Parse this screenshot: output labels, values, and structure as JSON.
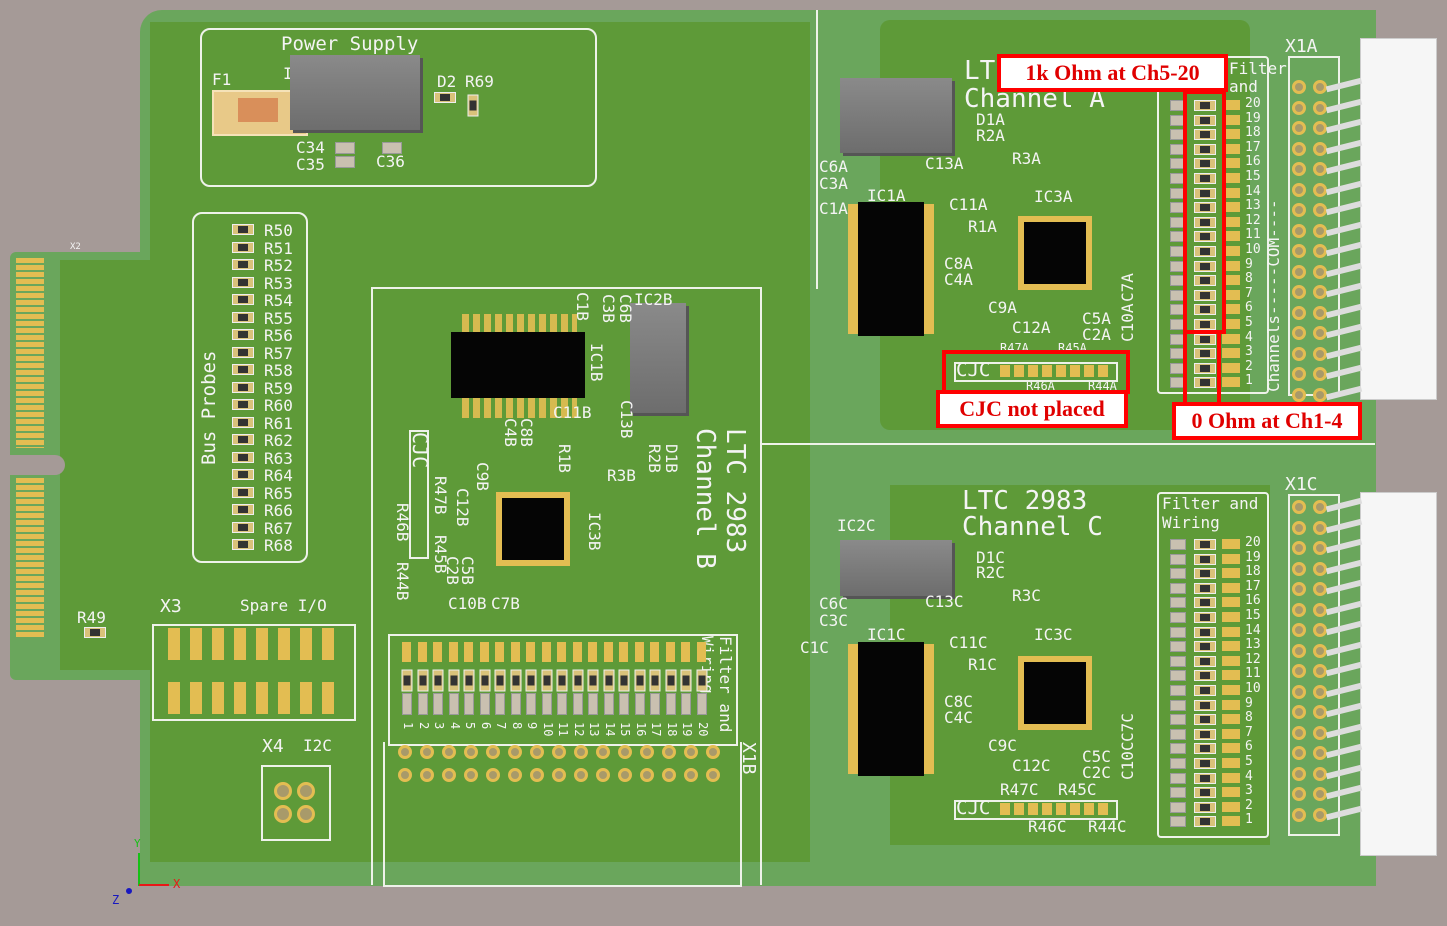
{
  "power_supply": {
    "title": "Power Supply",
    "labels": [
      "F1",
      "I",
      "D2",
      "R69",
      "C34",
      "C35",
      "C36"
    ]
  },
  "bus_probes": {
    "title": "Bus Probes",
    "resistors": [
      "R50",
      "R51",
      "R52",
      "R53",
      "R54",
      "R55",
      "R56",
      "R57",
      "R58",
      "R59",
      "R60",
      "R61",
      "R62",
      "R63",
      "R64",
      "R65",
      "R66",
      "R67",
      "R68"
    ]
  },
  "misc": {
    "x2": "X2",
    "r49": "R49",
    "x3": "X3",
    "spare_io": "Spare I/O",
    "x4": "X4",
    "i2c": "I2C"
  },
  "channel_a": {
    "title1": "LTC 2983",
    "title2": "Channel A",
    "connector": "X1A",
    "filter": "Filter and",
    "side": "Channels-----COM----",
    "labels": [
      "D1A",
      "R2A",
      "C6A",
      "C3A",
      "C13A",
      "R3A",
      "IC1A",
      "C1A",
      "C11A",
      "IC3A",
      "R1A",
      "C8A",
      "C4A",
      "C9A",
      "C12A",
      "C5A",
      "C2A",
      "C10A",
      "C7A",
      "R47A",
      "R45A",
      "R46A",
      "R44A",
      "CJC"
    ]
  },
  "channel_b": {
    "title1": "LTC 2983",
    "title2": "Channel B",
    "connector": "X1B",
    "filter": "Filter and",
    "filter2": "Wiring",
    "labels": [
      "C1B",
      "C3B",
      "C6B",
      "IC2B",
      "IC1B",
      "C11B",
      "C4B",
      "C8B",
      "R1B",
      "C13B",
      "R2B",
      "D1B",
      "R3B",
      "C9B",
      "C12B",
      "IC3B",
      "C5B",
      "C2B",
      "C10B",
      "C7B",
      "R47B",
      "R45B",
      "R46B",
      "R44B",
      "CJC"
    ]
  },
  "channel_c": {
    "title1": "LTC 2983",
    "title2": "Channel C",
    "connector": "X1C",
    "filter": "Filter and",
    "filter2": "Wiring",
    "labels": [
      "IC2C",
      "D1C",
      "R2C",
      "C6C",
      "C3C",
      "C13C",
      "R3C",
      "IC1C",
      "C1C",
      "C11C",
      "IC3C",
      "R1C",
      "C8C",
      "C4C",
      "C9C",
      "C12C",
      "C5C",
      "C2C",
      "C10C",
      "C7C",
      "R47C",
      "R45C",
      "R46C",
      "R44C",
      "CJC"
    ]
  },
  "channel_numbers": [
    "20",
    "19",
    "18",
    "17",
    "16",
    "15",
    "14",
    "13",
    "12",
    "11",
    "10",
    "9",
    "8",
    "7",
    "6",
    "5",
    "4",
    "3",
    "2",
    "1"
  ],
  "axes": {
    "x": "X",
    "y": "Y",
    "z": "Z"
  },
  "callouts": {
    "k1": "1k Ohm at Ch5-20",
    "cjc": "CJC not placed",
    "ohm0": "0 Ohm at Ch1-4"
  },
  "colors": {
    "board": "#5e9a38",
    "border": "#6aa65c",
    "background": "#a59a97",
    "callout": "#ff0000"
  }
}
